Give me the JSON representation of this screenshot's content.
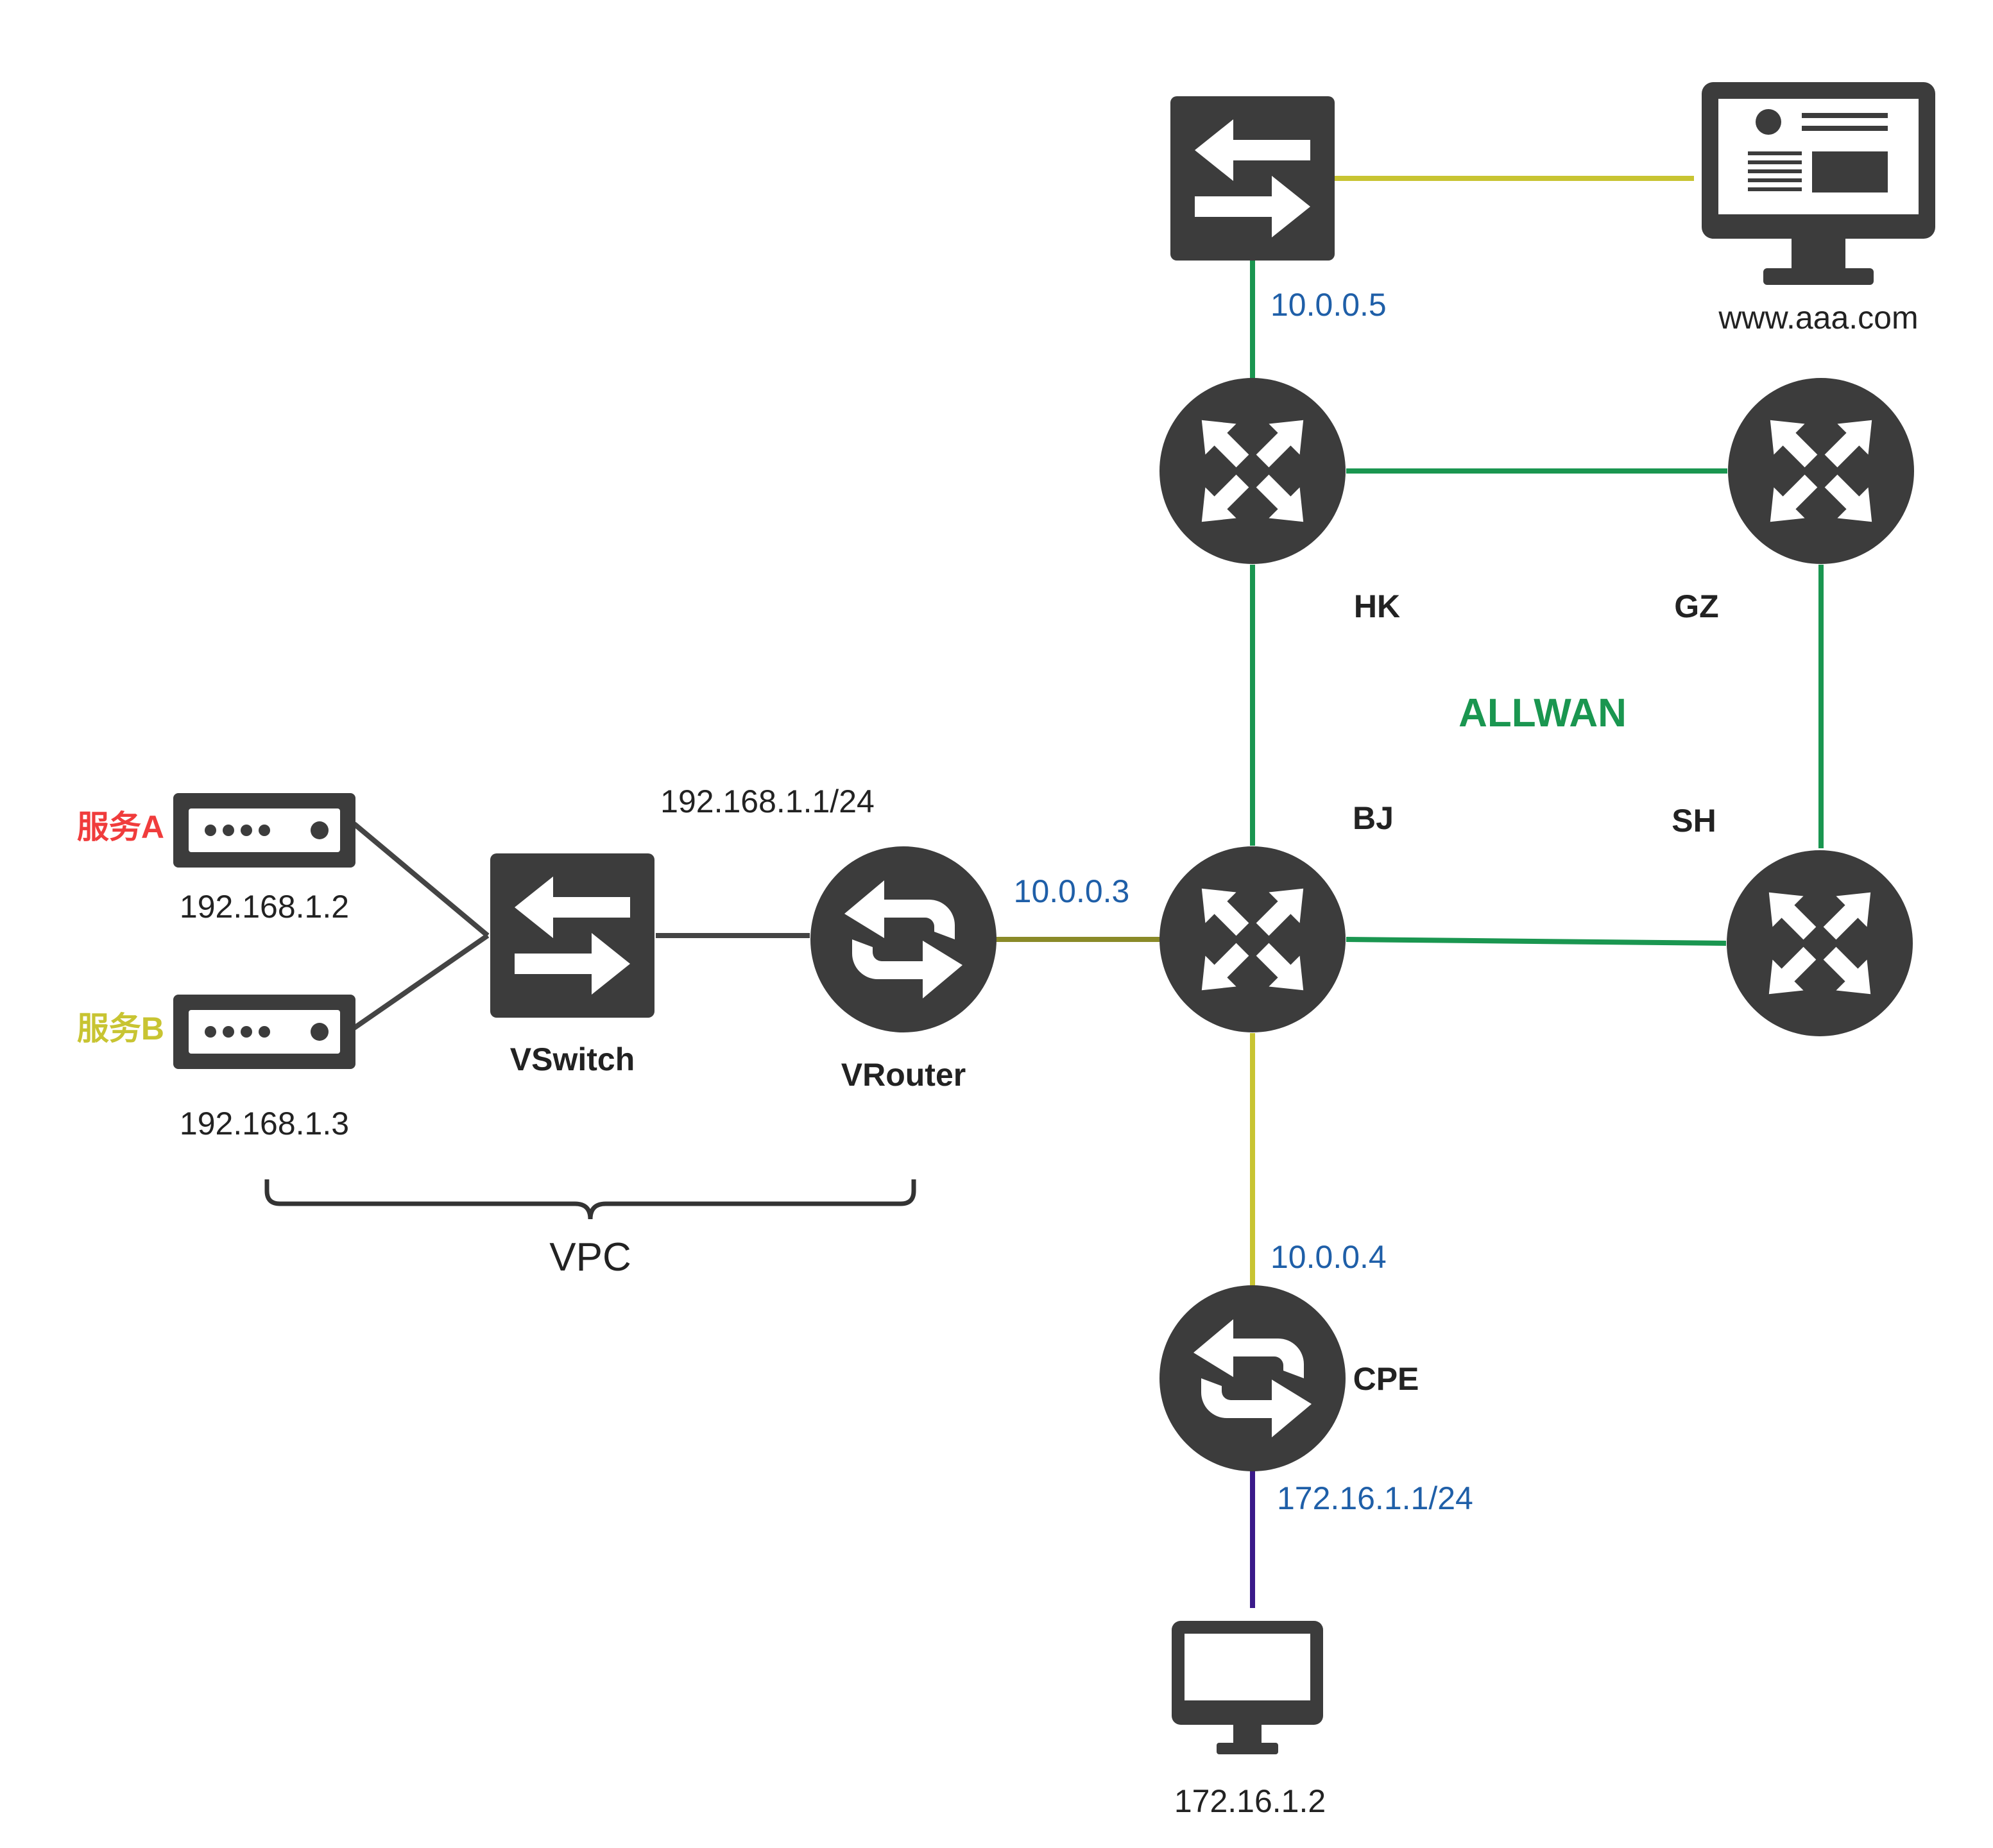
{
  "colors": {
    "device": "#3c3c3c",
    "label_ip_blue": "#1f5fa8",
    "link_green": "#1a9650",
    "link_olive": "#c8c432",
    "link_olive_dark": "#8a8a28",
    "link_purple": "#3a1a8a",
    "link_dark": "#444444",
    "service_a_red": "#f03c3c",
    "service_b_olive": "#c8c432",
    "wan_green": "#1a9650"
  },
  "labels": {
    "service_a": "服务A",
    "service_b": "服务B",
    "ip_service_a": "192.168.1.2",
    "ip_service_b": "192.168.1.3",
    "vswitch": "VSwitch",
    "vrouter": "VRouter",
    "vrouter_subnet": "192.168.1.1/24",
    "vpc": "VPC",
    "ip_bj_link": "10.0.0.3",
    "ip_hk_link": "10.0.0.5",
    "website": "www.aaa.com",
    "node_hk": "HK",
    "node_gz": "GZ",
    "node_bj": "BJ",
    "node_sh": "SH",
    "wan_name": "ALLWAN",
    "ip_cpe_link": "10.0.0.4",
    "cpe": "CPE",
    "cpe_subnet": "172.16.1.1/24",
    "ip_client": "172.16.1.2"
  },
  "icons": {
    "server": "server-icon",
    "switch": "switch-icon",
    "router": "router-icon",
    "wan_node": "wan-node-icon",
    "monitor_web": "web-monitor-icon",
    "monitor_client": "monitor-icon"
  }
}
